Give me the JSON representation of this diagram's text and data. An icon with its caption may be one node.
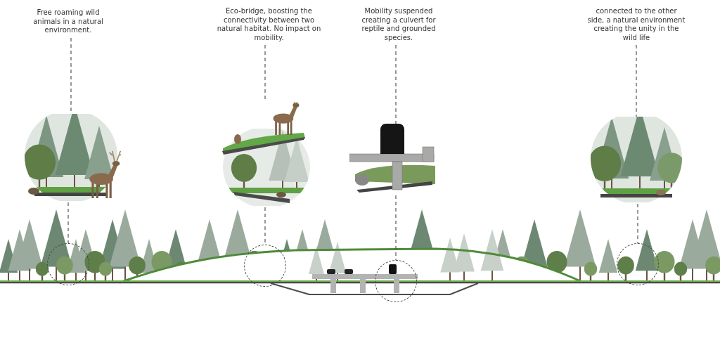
{
  "diagram": {
    "nodes": [
      {
        "text": [
          "Free roaming wild animals in a natural environment."
        ]
      },
      {
        "text": [
          "Eco-bridge, boosting the connectivity between two natural habitat. No impact on mobility."
        ]
      },
      {
        "text": [
          "Mobility suspended creating a culvert for reptile and grounded species."
        ]
      },
      {
        "text": [
          "connected to the other side, a natural environment creating the unity in the wild life"
        ]
      },
      {
        "text": [],
        "shape": "picture"
      },
      {
        "text": [],
        "shape": "picture"
      },
      {
        "text": [],
        "shape": "picture"
      },
      {
        "text": [],
        "shape": "picture"
      },
      {
        "text": [],
        "shape": "circle"
      },
      {
        "text": [],
        "shape": "circle"
      },
      {
        "text": [],
        "shape": "circle"
      },
      {
        "text": [],
        "shape": "circle"
      }
    ],
    "edges": [
      {
        "from": 0,
        "to": 4,
        "arrow": "none",
        "style": "dashed"
      },
      {
        "from": 4,
        "to": 8,
        "arrow": "none",
        "style": "dashed"
      },
      {
        "from": 1,
        "to": 5,
        "arrow": "none",
        "style": "dashed"
      },
      {
        "from": 5,
        "to": 9,
        "arrow": "none",
        "style": "dashed"
      },
      {
        "from": 2,
        "to": 6,
        "arrow": "none",
        "style": "dashed"
      },
      {
        "from": 6,
        "to": 10,
        "arrow": "none",
        "style": "dashed"
      },
      {
        "from": 3,
        "to": 7,
        "arrow": "none",
        "style": "dashed"
      },
      {
        "from": 7,
        "to": 11,
        "arrow": "none",
        "style": "dashed"
      }
    ]
  }
}
